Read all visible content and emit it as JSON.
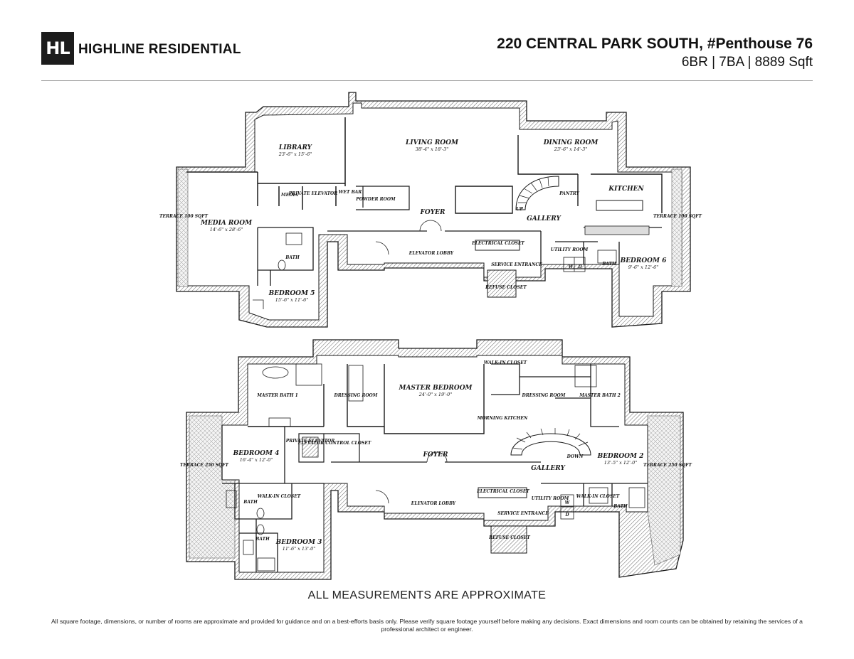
{
  "header": {
    "logo_text": "HL",
    "brand": "HIGHLINE RESIDENTIAL",
    "address": "220 CENTRAL PARK SOUTH, #Penthouse 76",
    "specs": "6BR | 7BA | 8889 Sqft"
  },
  "upper_floor": {
    "rooms": {
      "library": {
        "name": "LIBRARY",
        "dim": "23'-6\" x 15'-6\""
      },
      "living_room": {
        "name": "LIVING ROOM",
        "dim": "38'-4\" x 18'-3\""
      },
      "dining_room": {
        "name": "DINING ROOM",
        "dim": "23'-6\" x 14'-3\""
      },
      "media_room": {
        "name": "MEDIA ROOM",
        "dim": "14'-6\" x 28'-6\""
      },
      "kitchen": {
        "name": "KITCHEN"
      },
      "bedroom_5": {
        "name": "BEDROOM 5",
        "dim": "15'-6\" x 11'-6\""
      },
      "bedroom_6": {
        "name": "BEDROOM 6",
        "dim": "9'-6\" x 12'-6\""
      },
      "foyer": "FOYER",
      "gallery": "GALLERY",
      "media": "MEDIA",
      "private_elevator": "PRIVATE ELEVATOR",
      "wet_bar": "WET BAR",
      "powder_room": "POWDER ROOM",
      "pantry": "PANTRY",
      "up": "UP",
      "elevator_lobby": "ELEVATOR LOBBY",
      "electrical_closet": "ELECTRICAL CLOSET",
      "service_entrance": "SERVICE ENTRANCE",
      "refuse_closet": "REFUSE CLOSET",
      "utility_room": "UTILITY ROOM",
      "bath_a": "BATH",
      "bath_b": "BATH",
      "terrace_left": "TERRACE 100 SQFT",
      "terrace_right": "TERRACE 100 SQFT",
      "washer": "W",
      "dryer": "D"
    }
  },
  "lower_floor": {
    "rooms": {
      "master_bedroom": {
        "name": "MASTER BEDROOM",
        "dim": "24'-0\" x 19'-0\""
      },
      "master_bath_1": "MASTER BATH 1",
      "master_bath_2": "MASTER BATH 2",
      "dressing_room_left": "DRESSING ROOM",
      "dressing_room_right": "DRESSING ROOM",
      "walk_in_closet_top": "WALK-IN CLOSET",
      "morning_kitchen": "MORNING KITCHEN",
      "bedroom_4": {
        "name": "BEDROOM 4",
        "dim": "16'-4\" x 12'-0\""
      },
      "bedroom_3": {
        "name": "BEDROOM 3",
        "dim": "11'-6\" x 13'-0\""
      },
      "bedroom_2": {
        "name": "BEDROOM 2",
        "dim": "13'-5\" x 12'-0\""
      },
      "private_elevator": "PRIVATE ELEVATOR",
      "elevator_control_closet": "ELEVATOR CONTROL CLOSET",
      "foyer": "FOYER",
      "gallery": "GALLERY",
      "down": "DOWN",
      "elevator_lobby": "ELEVATOR LOBBY",
      "electrical_closet": "ELECTRICAL CLOSET",
      "service_entrance": "SERVICE ENTRANCE",
      "refuse_closet": "REFUSE CLOSET",
      "utility_room": "UTILITY ROOM",
      "walk_in_closet_left": "WALK-IN CLOSET",
      "walk_in_closet_right": "WALK-IN CLOSET",
      "bath_1": "BATH",
      "bath_2": "BATH",
      "bath_3": "BATH",
      "terrace_left": "TERRACE 250 SQFT",
      "terrace_right": "TERRACE 250 SQFT",
      "washer": "W",
      "dryer": "D"
    }
  },
  "footer": {
    "approx_note": "ALL MEASUREMENTS ARE APPROXIMATE",
    "disclaimer": "All square footage, dimensions, or number of rooms are approximate and provided for guidance and on a best-efforts basis only. Please verify square footage yourself before making any decisions. Exact dimensions and room counts can be obtained by retaining the services of a professional architect or engineer."
  }
}
